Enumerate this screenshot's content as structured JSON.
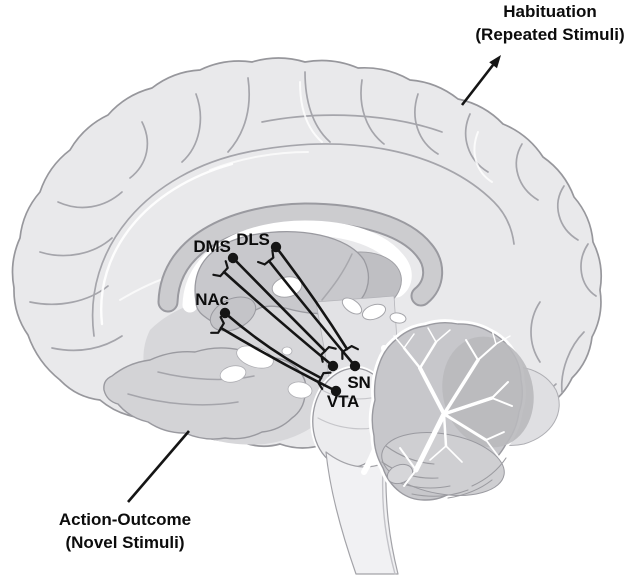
{
  "figure": {
    "kind": "sagittal-brain-pathway-diagram",
    "regions": [
      {
        "id": "dms",
        "label": "DMS"
      },
      {
        "id": "dls",
        "label": "DLS"
      },
      {
        "id": "nac",
        "label": "NAc"
      },
      {
        "id": "sn",
        "label": "SN"
      },
      {
        "id": "vta",
        "label": "VTA"
      }
    ],
    "pathways": [
      {
        "from": "VTA",
        "to": "NAc"
      },
      {
        "from": "NAc",
        "to": "VTA"
      },
      {
        "from": "SN",
        "to": "DMS"
      },
      {
        "from": "DMS",
        "to": "SN"
      },
      {
        "from": "SN",
        "to": "DLS"
      },
      {
        "from": "DLS",
        "to": "SN"
      }
    ],
    "annotations": {
      "habituation": {
        "line1": "Habituation",
        "line2": "(Repeated Stimuli)"
      },
      "action_outcome": {
        "line1": "Action-Outcome",
        "line2": "(Novel Stimuli)"
      }
    },
    "colors": {
      "background": "#ffffff",
      "pathway_black": "#151515",
      "text": "#0c0c0c",
      "cortex": "#e9e9eb",
      "cortex_outline": "#97979c",
      "subcortical_gray": "#c8c8cc",
      "corpus_callosum": "#cccccf",
      "thalamus": "#bfbfc3",
      "cerebellum": "#c7c7cb",
      "brainstem": "#f1f1f3",
      "ventricle_white": "#ffffff"
    }
  }
}
